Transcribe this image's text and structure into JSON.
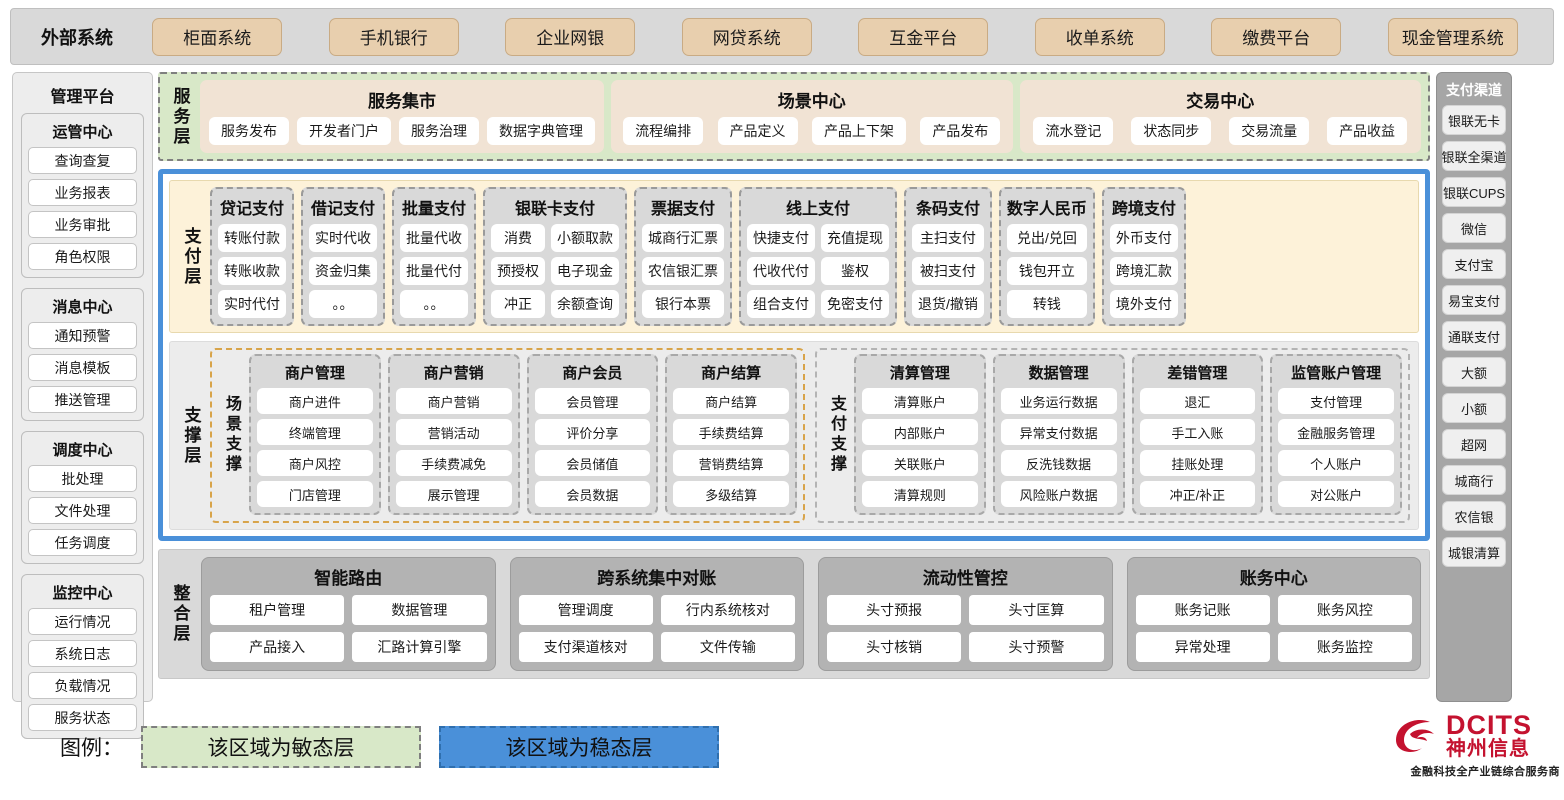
{
  "external": {
    "title": "外部系统",
    "items": [
      "柜面系统",
      "手机银行",
      "企业网银",
      "网贷系统",
      "互金平台",
      "收单系统",
      "缴费平台",
      "现金管理系统"
    ]
  },
  "left_sidebar": {
    "title": "管理平台",
    "groups": [
      {
        "title": "运管中心",
        "items": [
          "查询查复",
          "业务报表",
          "业务审批",
          "角色权限"
        ]
      },
      {
        "title": "消息中心",
        "items": [
          "通知预警",
          "消息模板",
          "推送管理"
        ]
      },
      {
        "title": "调度中心",
        "items": [
          "批处理",
          "文件处理",
          "任务调度"
        ]
      },
      {
        "title": "监控中心",
        "items": [
          "运行情况",
          "系统日志",
          "负载情况",
          "服务状态"
        ]
      }
    ]
  },
  "right_sidebar": {
    "title": "支付渠道",
    "items": [
      "银联无卡",
      "银联全渠道",
      "银联CUPS",
      "微信",
      "支付宝",
      "易宝支付",
      "通联支付",
      "大额",
      "小额",
      "超网",
      "城商行",
      "农信银",
      "城银清算"
    ]
  },
  "service_layer": {
    "label": "服务层",
    "groups": [
      {
        "title": "服务集市",
        "items": [
          "服务发布",
          "开发者门户",
          "服务治理",
          "数据字典管理"
        ]
      },
      {
        "title": "场景中心",
        "items": [
          "流程编排",
          "产品定义",
          "产品上下架",
          "产品发布"
        ]
      },
      {
        "title": "交易中心",
        "items": [
          "流水登记",
          "状态同步",
          "交易流量",
          "产品收益"
        ]
      }
    ]
  },
  "pay_layer": {
    "label": "支付层",
    "groups": [
      {
        "title": "贷记支付",
        "cols": 1,
        "rows": [
          [
            "转账付款"
          ],
          [
            "转账收款"
          ],
          [
            "实时代付"
          ]
        ]
      },
      {
        "title": "借记支付",
        "cols": 1,
        "rows": [
          [
            "实时代收"
          ],
          [
            "资金归集"
          ],
          [
            "。。"
          ]
        ]
      },
      {
        "title": "批量支付",
        "cols": 1,
        "rows": [
          [
            "批量代收"
          ],
          [
            "批量代付"
          ],
          [
            "。。"
          ]
        ]
      },
      {
        "title": "银联卡支付",
        "cols": 2,
        "rows": [
          [
            "消费",
            "小额取款"
          ],
          [
            "预授权",
            "电子现金"
          ],
          [
            "冲正",
            "余额查询"
          ]
        ]
      },
      {
        "title": "票据支付",
        "cols": 1,
        "rows": [
          [
            "城商行汇票"
          ],
          [
            "农信银汇票"
          ],
          [
            "银行本票"
          ]
        ]
      },
      {
        "title": "线上支付",
        "cols": 2,
        "rows": [
          [
            "快捷支付",
            "充值提现"
          ],
          [
            "代收代付",
            "鉴权"
          ],
          [
            "组合支付",
            "免密支付"
          ]
        ]
      },
      {
        "title": "条码支付",
        "cols": 1,
        "rows": [
          [
            "主扫支付"
          ],
          [
            "被扫支付"
          ],
          [
            "退货/撤销"
          ]
        ]
      },
      {
        "title": "数字人民币",
        "cols": 1,
        "rows": [
          [
            "兑出/兑回"
          ],
          [
            "钱包开立"
          ],
          [
            "转钱"
          ]
        ]
      },
      {
        "title": "跨境支付",
        "cols": 1,
        "rows": [
          [
            "外币支付"
          ],
          [
            "跨境汇款"
          ],
          [
            "境外支付"
          ]
        ]
      }
    ]
  },
  "support_layer": {
    "label": "支撑层",
    "halves": [
      {
        "sublabel": "场景支撑",
        "groups": [
          {
            "title": "商户管理",
            "items": [
              "商户进件",
              "终端管理",
              "商户风控",
              "门店管理"
            ]
          },
          {
            "title": "商户营销",
            "items": [
              "商户营销",
              "营销活动",
              "手续费减免",
              "展示管理"
            ]
          },
          {
            "title": "商户会员",
            "items": [
              "会员管理",
              "评价分享",
              "会员储值",
              "会员数据"
            ]
          },
          {
            "title": "商户结算",
            "items": [
              "商户结算",
              "手续费结算",
              "营销费结算",
              "多级结算"
            ]
          }
        ]
      },
      {
        "sublabel": "支付支撑",
        "groups": [
          {
            "title": "清算管理",
            "items": [
              "清算账户",
              "内部账户",
              "关联账户",
              "清算规则"
            ]
          },
          {
            "title": "数据管理",
            "items": [
              "业务运行数据",
              "异常支付数据",
              "反洗钱数据",
              "风险账户数据"
            ]
          },
          {
            "title": "差错管理",
            "items": [
              "退汇",
              "手工入账",
              "挂账处理",
              "冲正/补正"
            ]
          },
          {
            "title": "监管账户管理",
            "items": [
              "支付管理",
              "金融服务管理",
              "个人账户",
              "对公账户"
            ]
          }
        ]
      }
    ]
  },
  "integration_layer": {
    "label": "整合层",
    "groups": [
      {
        "title": "智能路由",
        "rows": [
          [
            "租户管理",
            "数据管理"
          ],
          [
            "产品接入",
            "汇路计算引擎"
          ]
        ]
      },
      {
        "title": "跨系统集中对账",
        "rows": [
          [
            "管理调度",
            "行内系统核对"
          ],
          [
            "支付渠道核对",
            "文件传输"
          ]
        ]
      },
      {
        "title": "流动性管控",
        "rows": [
          [
            "头寸预报",
            "头寸匡算"
          ],
          [
            "头寸核销",
            "头寸预警"
          ]
        ]
      },
      {
        "title": "账务中心",
        "rows": [
          [
            "账务记账",
            "账务风控"
          ],
          [
            "异常处理",
            "账务监控"
          ]
        ]
      }
    ]
  },
  "legend": {
    "label": "图例：",
    "agile": "该区域为敏态层",
    "stable": "该区域为稳态层"
  },
  "logo": {
    "brand": "DCITS",
    "brand_cn": "神州信息",
    "tagline": "金融科技全产业链综合服务商"
  },
  "colors": {
    "agile_green": "#d8e8c8",
    "stable_blue": "#4a90d9",
    "external_chip": "#e8cfae",
    "pay_layer_bg": "#fdf2d9",
    "service_box": "#f1e3d4",
    "brand_red": "#c4122f"
  }
}
